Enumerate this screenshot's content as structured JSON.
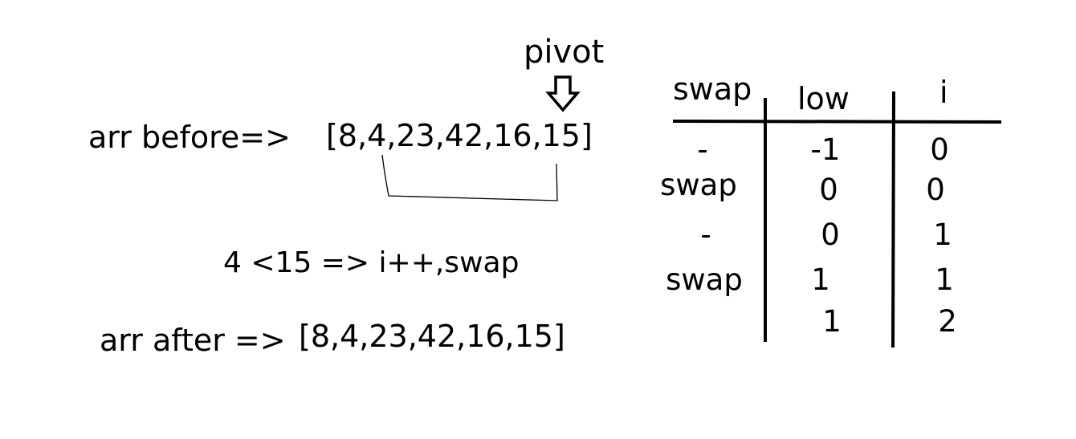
{
  "pivot_label": "pivot",
  "arr_before": {
    "label": "arr before=>",
    "value": "[8,4,23,42,16,15]"
  },
  "comparison_note": "4 <15 => i++,swap",
  "arr_after": {
    "label": "arr after =>",
    "value": "[8,4,23,42,16,15]"
  },
  "table": {
    "headers": {
      "swap": "swap",
      "low": "low",
      "i": "i"
    },
    "rows": [
      {
        "swap": "-",
        "low": "-1",
        "i": "0"
      },
      {
        "swap": "swap",
        "low": "0",
        "i": "0"
      },
      {
        "swap": "-",
        "low": "0",
        "i": "1"
      },
      {
        "swap": "swap",
        "low": "1",
        "i": "1"
      },
      {
        "swap": "",
        "low": "1",
        "i": "2"
      }
    ]
  }
}
